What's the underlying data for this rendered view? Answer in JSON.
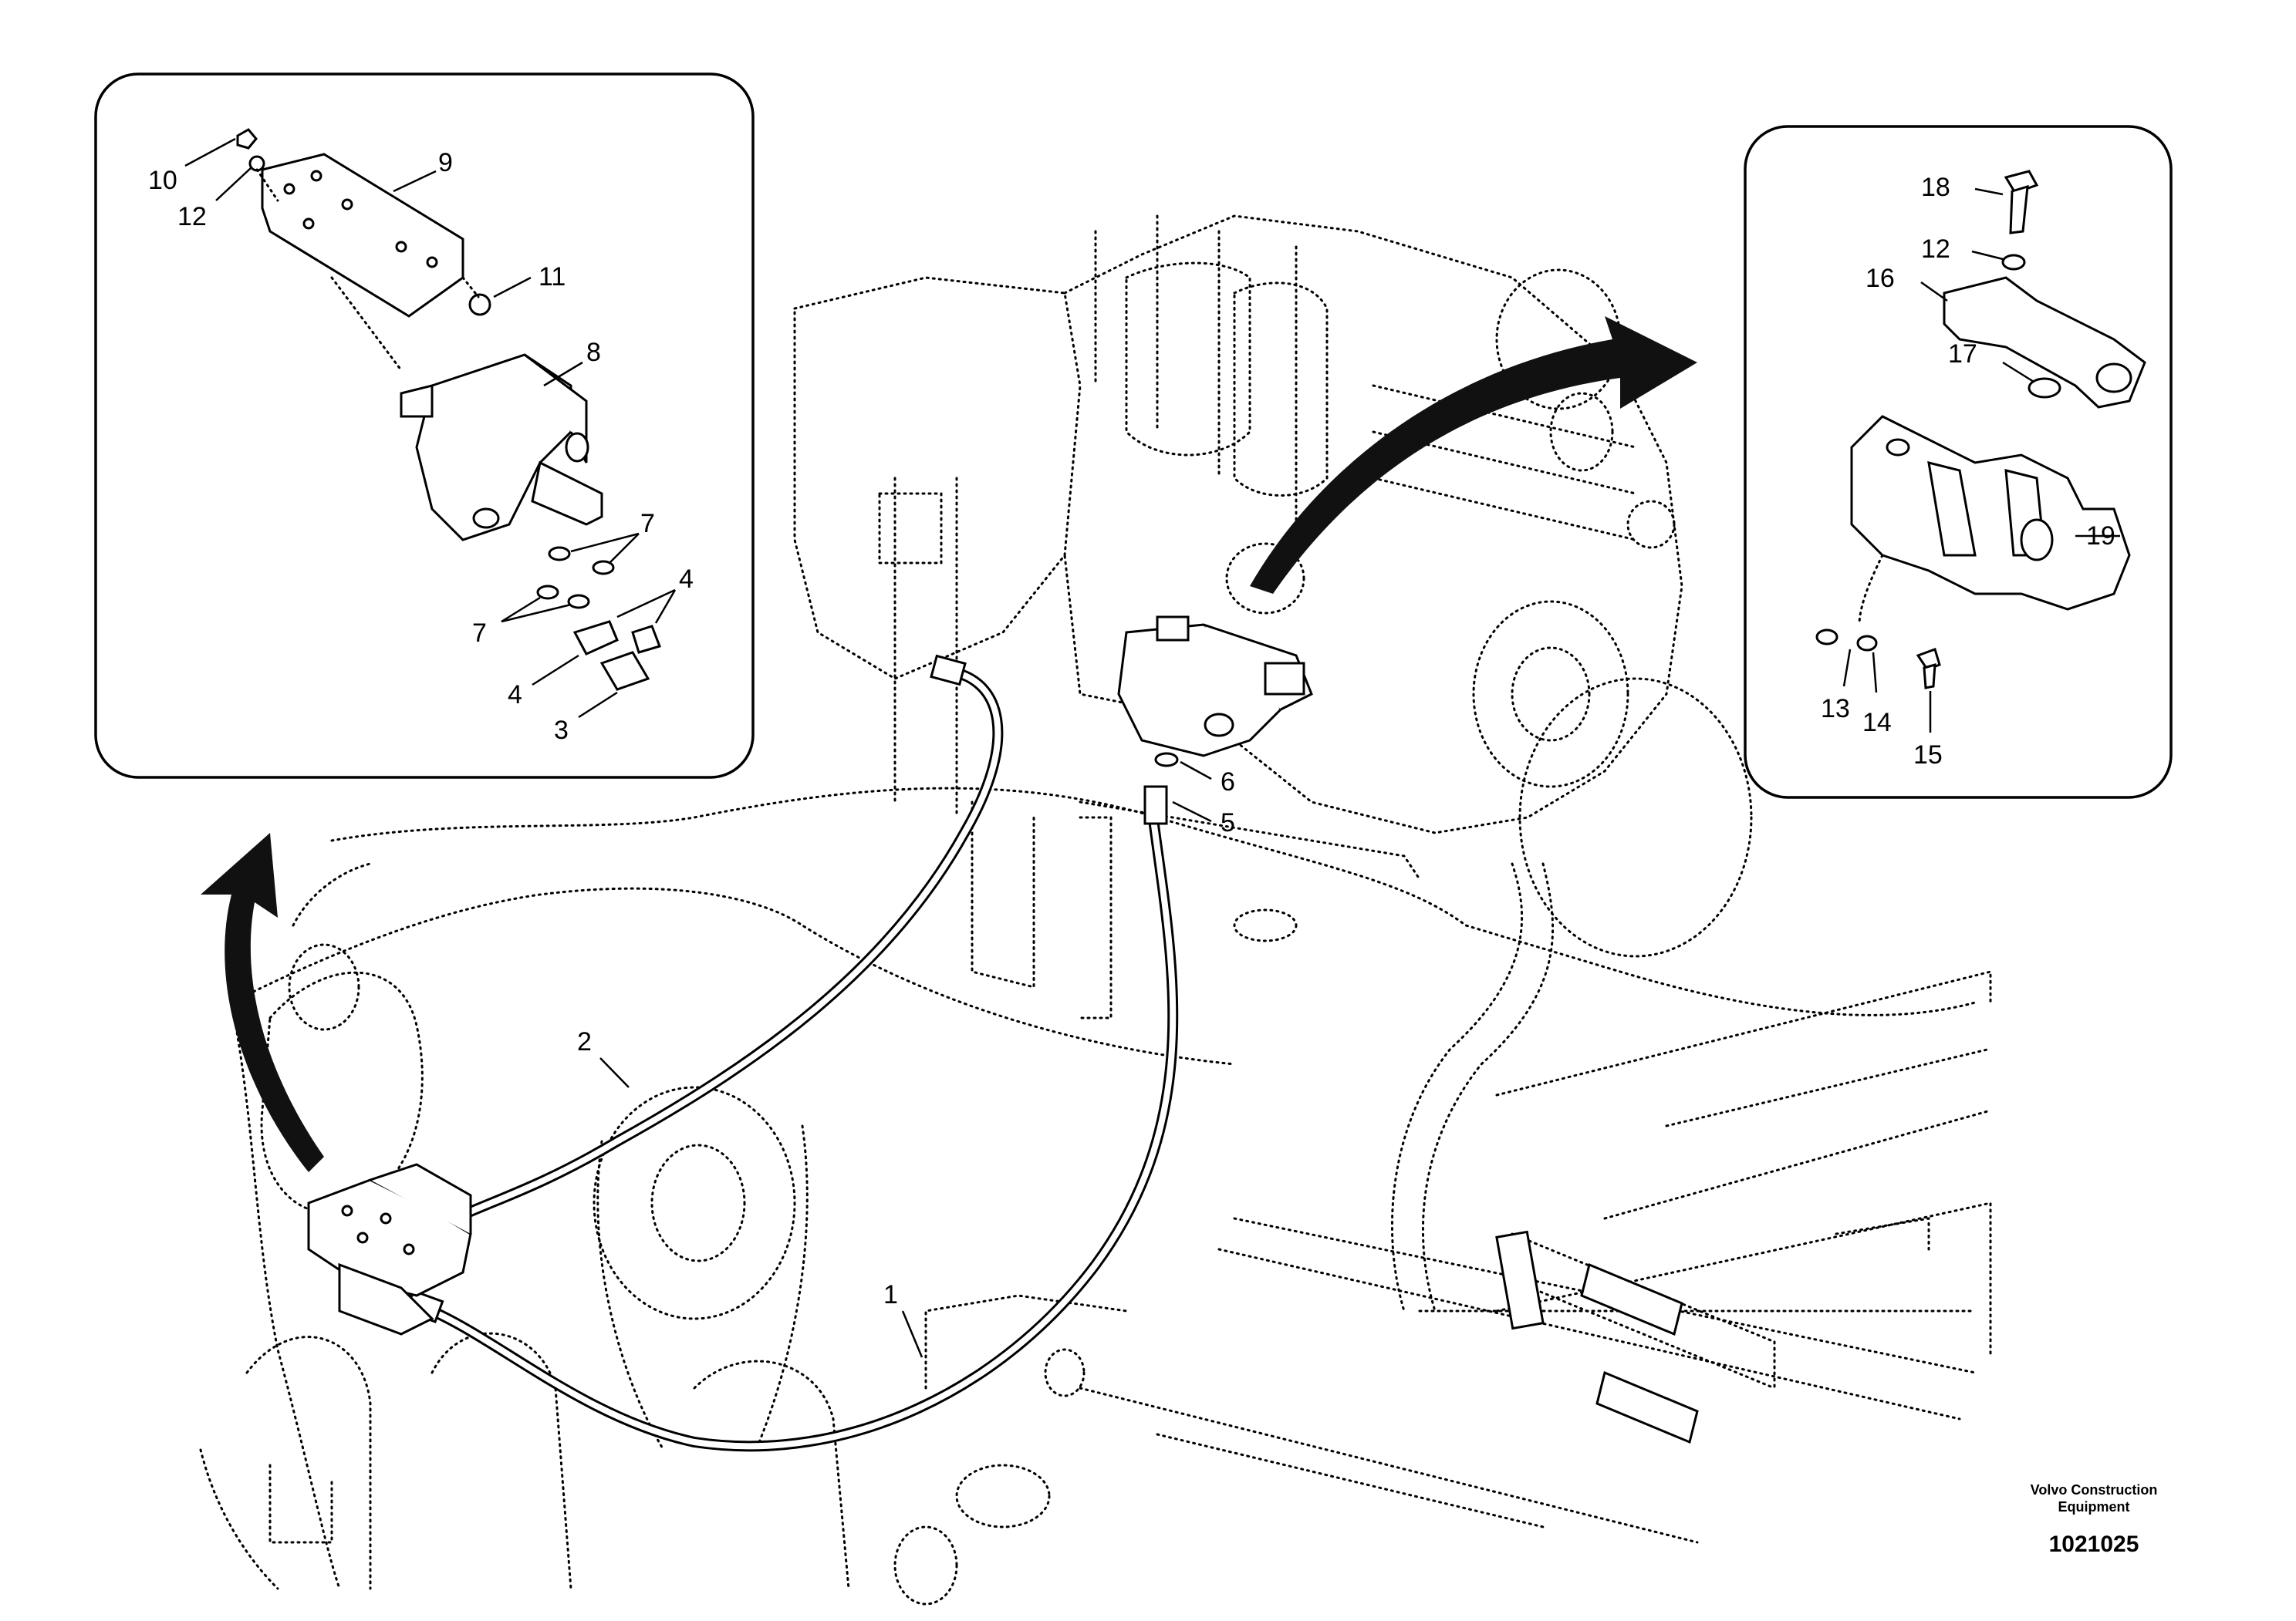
{
  "callouts": {
    "c1": "1",
    "c2": "2",
    "c3": "3",
    "c4a": "4",
    "c4b": "4",
    "c5": "5",
    "c6": "6",
    "c7a": "7",
    "c7b": "7",
    "c8": "8",
    "c9": "9",
    "c10": "10",
    "c11": "11",
    "c12a": "12",
    "c12b": "12",
    "c13": "13",
    "c14": "14",
    "c15": "15",
    "c16": "16",
    "c17": "17",
    "c18": "18",
    "c19": "19"
  },
  "footer": {
    "brand_line1": "Volvo Construction",
    "brand_line2": "Equipment",
    "drawing_number": "1021025"
  }
}
